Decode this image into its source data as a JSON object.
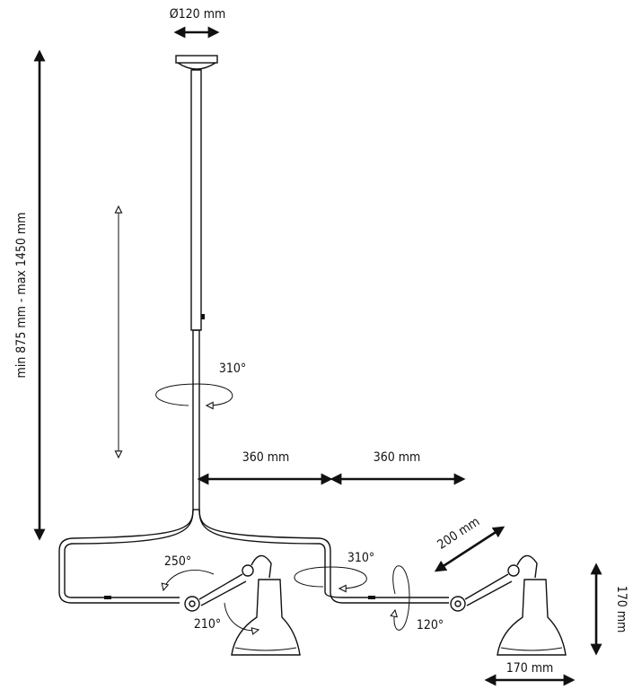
{
  "diagram": {
    "dimensions": {
      "canopy_diameter": "Ø120 mm",
      "height_range": "min 875 mm - max 1450 mm",
      "arm_left": "360 mm",
      "arm_right": "360 mm",
      "arm_diagonal": "200 mm",
      "shade_height": "170 mm",
      "shade_width": "170 mm"
    },
    "rotations": {
      "stem": "310°",
      "left_shade_top": "250°",
      "left_shade_bottom": "210°",
      "right_arm": "310°",
      "right_shade": "120°"
    },
    "colors": {
      "line": "#111111",
      "background": "#ffffff"
    }
  }
}
